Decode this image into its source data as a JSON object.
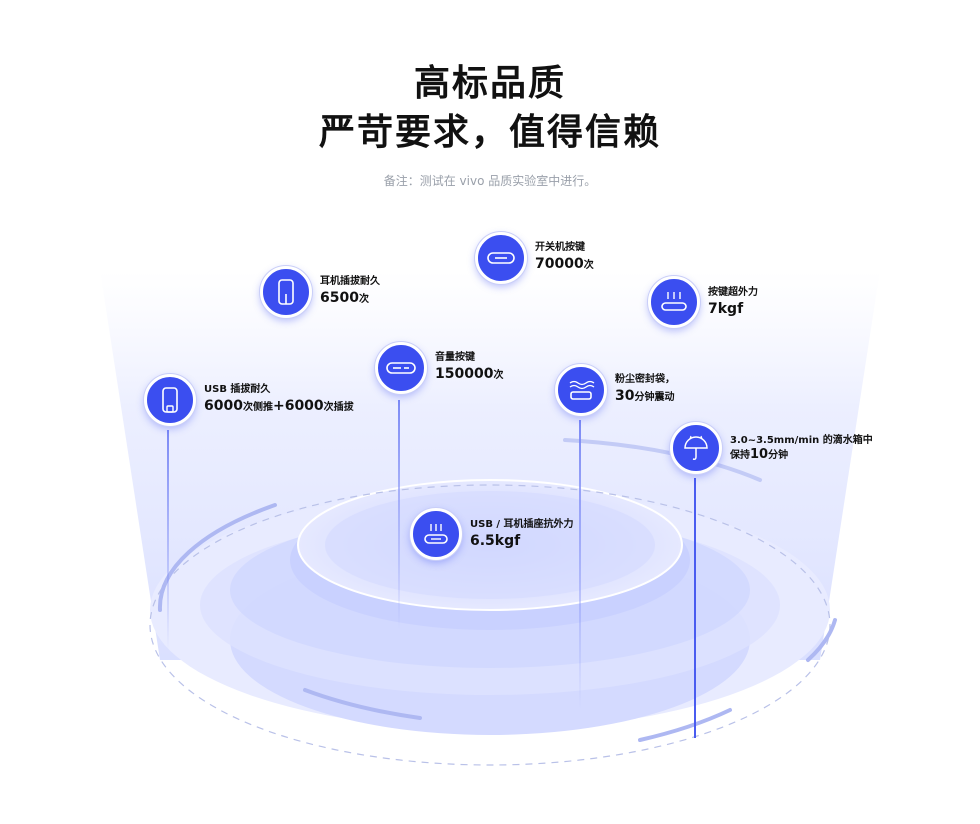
{
  "header": {
    "title_line1": "高标品质",
    "title_line2": "严苛要求，值得信赖",
    "note": "备注：测试在 vivo 品质实验室中进行。"
  },
  "colors": {
    "accent": "#3b4ef0",
    "light": "#dfe3ff"
  },
  "tests": [
    {
      "id": "power",
      "icon": "power-button-icon",
      "label": "开关机按键",
      "value": "70000",
      "unit": "次"
    },
    {
      "id": "earphone",
      "icon": "earphone-jack-icon",
      "label": "耳机插拔耐久",
      "value": "6500",
      "unit": "次"
    },
    {
      "id": "key-force",
      "icon": "key-force-icon",
      "label": "按键超外力",
      "value": "7kgf",
      "unit": ""
    },
    {
      "id": "volume",
      "icon": "volume-button-icon",
      "label": "音量按键",
      "value": "150000",
      "unit": "次"
    },
    {
      "id": "dust",
      "icon": "dust-bag-icon",
      "label": "粉尘密封袋，",
      "value": "30",
      "unit": "分钟震动"
    },
    {
      "id": "usb",
      "icon": "usb-port-icon",
      "label": "USB 插拔耐久",
      "value": "6000",
      "unit": "次侧推",
      "value2": "+6000",
      "unit2": "次插拔"
    },
    {
      "id": "water",
      "icon": "umbrella-water-icon",
      "label": "3.0~3.5mm/min 的滴水箱中",
      "value": "保持",
      "value2": "10",
      "unit2": "分钟"
    },
    {
      "id": "usb-force",
      "icon": "usb-force-icon",
      "label": "USB / 耳机插座抗外力",
      "value": "6.5kgf",
      "unit": ""
    }
  ]
}
